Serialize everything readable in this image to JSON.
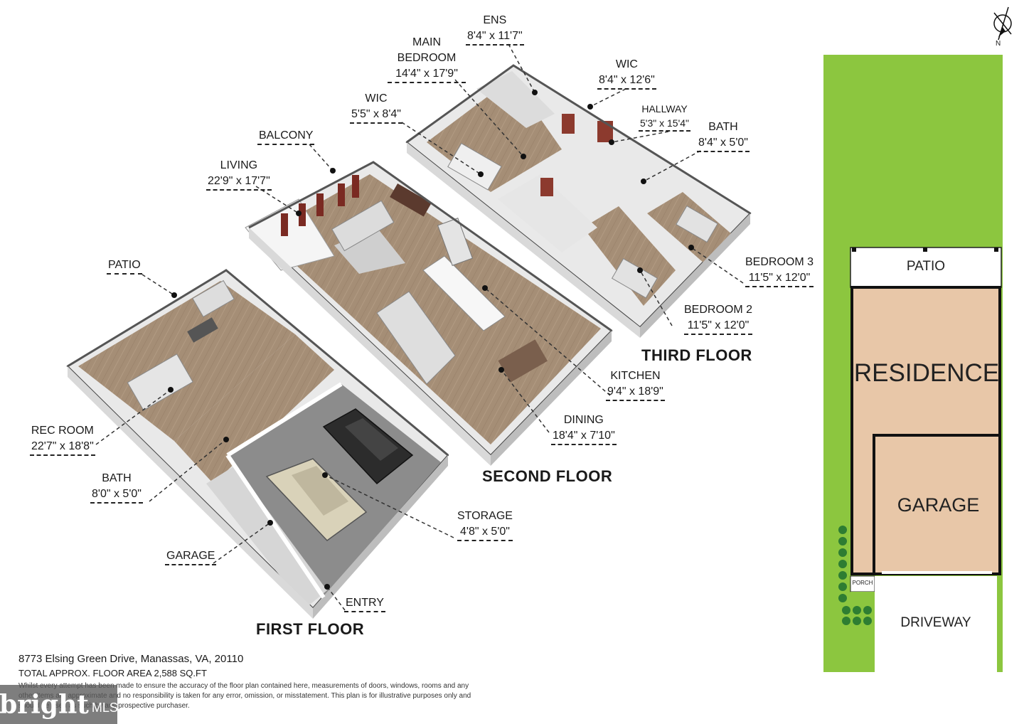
{
  "floors": {
    "first": "FIRST FLOOR",
    "second": "SECOND FLOOR",
    "third": "THIRD FLOOR"
  },
  "rooms": {
    "ens": {
      "name": "ENS",
      "dim": "8'4\" x 11'7\""
    },
    "main_bedroom": {
      "name": "MAIN BEDROOM",
      "dim": "14'4\" x 17'9\""
    },
    "wic_main": {
      "name": "WIC",
      "dim": "5'5\" x 8'4\""
    },
    "wic_2": {
      "name": "WIC",
      "dim": "8'4\" x 12'6\""
    },
    "hallway": {
      "name": "HALLWAY",
      "dim": "5'3\" x 15'4\""
    },
    "bath_3": {
      "name": "BATH",
      "dim": "8'4\" x 5'0\""
    },
    "balcony": {
      "name": "BALCONY"
    },
    "living": {
      "name": "LIVING",
      "dim": "22'9\" x 17'7\""
    },
    "bedroom3": {
      "name": "BEDROOM 3",
      "dim": "11'5\" x 12'0\""
    },
    "bedroom2": {
      "name": "BEDROOM 2",
      "dim": "11'5\" x 12'0\""
    },
    "patio": {
      "name": "PATIO"
    },
    "kitchen": {
      "name": "KITCHEN",
      "dim": "9'4\" x 18'9\""
    },
    "dining": {
      "name": "DINING",
      "dim": "18'4\" x 7'10\""
    },
    "rec_room": {
      "name": "REC ROOM",
      "dim": "22'7\" x 18'8\""
    },
    "bath_1": {
      "name": "BATH",
      "dim": "8'0\" x 5'0\""
    },
    "storage": {
      "name": "STORAGE",
      "dim": "4'8\" x 5'0\""
    },
    "garage": {
      "name": "GARAGE"
    },
    "entry": {
      "name": "ENTRY"
    }
  },
  "site_plan": {
    "patio": "PATIO",
    "residence": "RESIDENCE",
    "garage": "GARAGE",
    "porch": "PORCH",
    "driveway": "DRIVEWAY",
    "compass": "N"
  },
  "footer": {
    "address": "8773 Elsing Green Drive, Manassas, VA, 20110",
    "area": "TOTAL APPROX. FLOOR AREA 2,588 SQ.FT",
    "disclaimer": "Whilst every attempt has been made to ensure the accuracy of the floor plan contained here, measurements of doors, windows, rooms and any other items are approximate and no responsibility is taken for any error, omission, or misstatement. This plan is for illustrative purposes only and should be used as such by any prospective purchaser."
  },
  "watermark": {
    "brand": "bright",
    "suffix": "MLS"
  },
  "colors": {
    "floor_wood": "#a58e76",
    "wall": "#f1f1f1",
    "wall_dark": "#3a3a3a",
    "lawn": "#8cc63f",
    "residence_fill": "#e8c7a8",
    "garage_slab": "#9a9a9a"
  }
}
